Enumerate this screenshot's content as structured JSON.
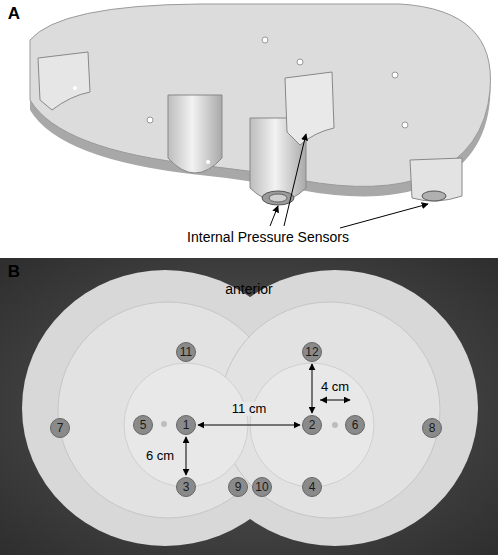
{
  "diagram": {
    "nodes": [
      {
        "text": [
          "11"
        ]
      },
      {
        "text": [
          "12"
        ]
      },
      {
        "text": [
          "7"
        ]
      },
      {
        "text": [
          "5"
        ]
      },
      {
        "text": [
          "1"
        ]
      },
      {
        "text": [
          "2"
        ]
      },
      {
        "text": [
          "6"
        ]
      },
      {
        "text": [
          "8"
        ]
      },
      {
        "text": [
          "3"
        ]
      },
      {
        "text": [
          "9"
        ]
      },
      {
        "text": [
          "10"
        ]
      },
      {
        "text": [
          "4"
        ]
      }
    ],
    "edges": [
      {
        "from": 4,
        "to": 5,
        "label": "11 cm",
        "arrow": "both"
      },
      {
        "from": 4,
        "to": 8,
        "label": "6 cm",
        "arrow": "both"
      },
      {
        "from": 1,
        "to": 5,
        "arrow": "both"
      }
    ],
    "labels": [
      "A",
      "Internal Pressure Sensors",
      "B",
      "anterior",
      "4 cm"
    ]
  }
}
